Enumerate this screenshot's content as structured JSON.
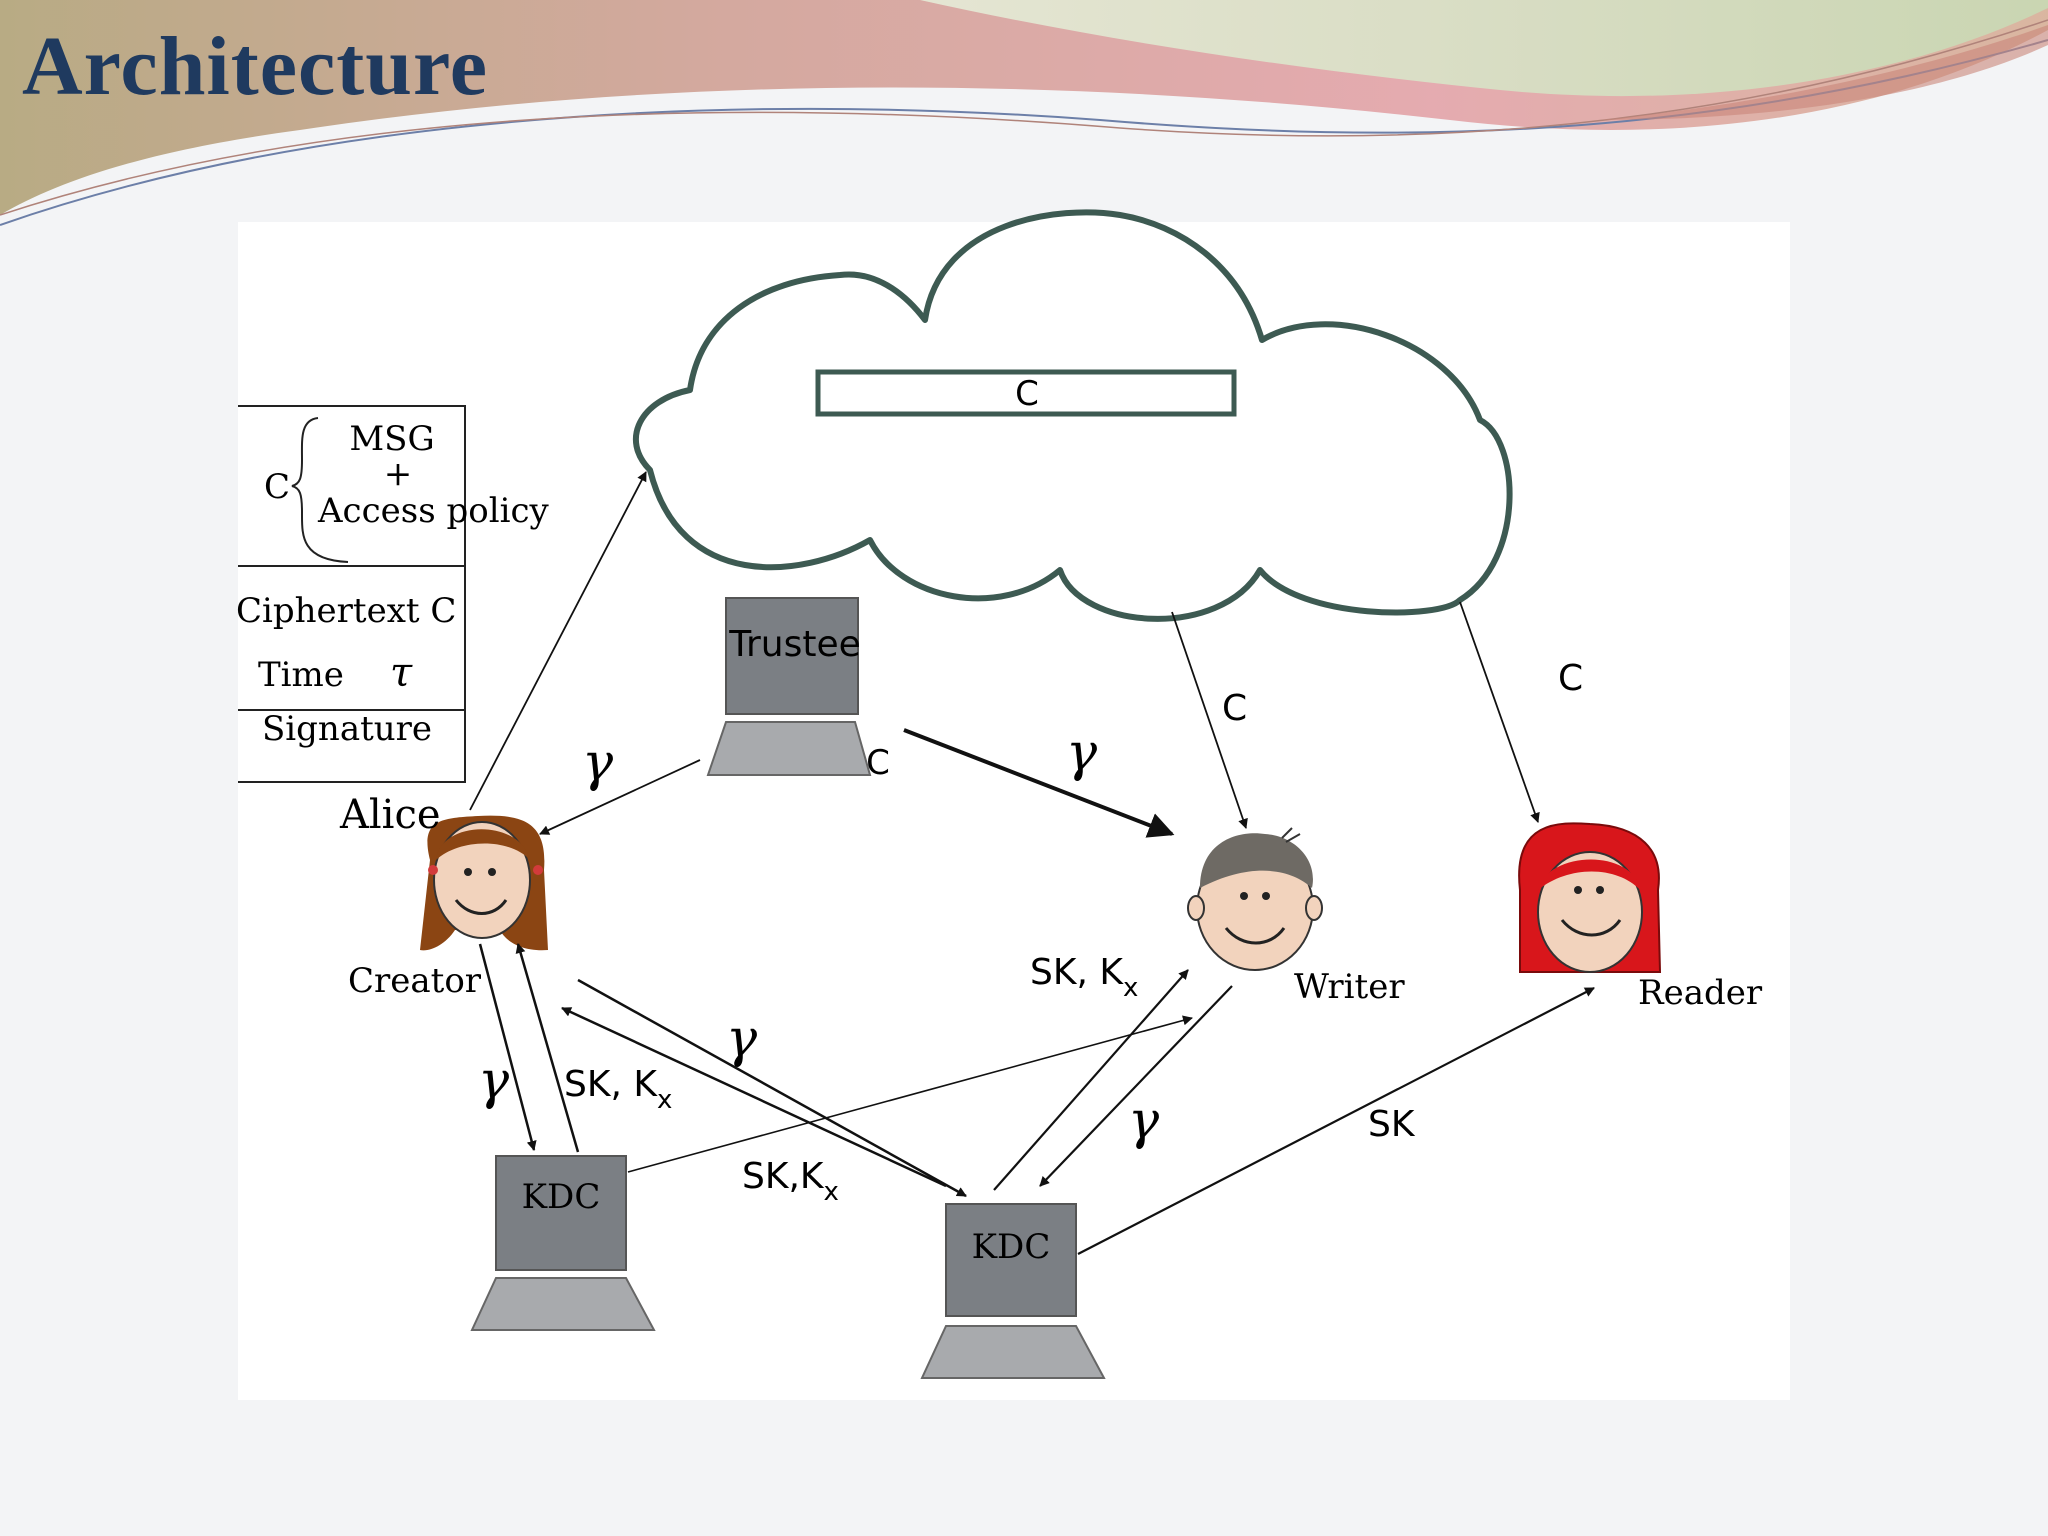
{
  "slide": {
    "title": "Architecture"
  },
  "cloud": {
    "storage_label": "C"
  },
  "message_format": {
    "c_label": "C",
    "msg_label": "MSG",
    "plus_label": "+",
    "policy_label": "Access policy",
    "ciphertext_label": "Ciphertext C",
    "time_label": "Time",
    "time_symbol": "τ",
    "signature_label": "Signature"
  },
  "nodes": {
    "trustee": "Trustee",
    "trustee_sub": "C",
    "alice": "Alice",
    "creator": "Creator",
    "writer": "Writer",
    "reader": "Reader",
    "kdc_1": "KDC",
    "kdc_2": "KDC"
  },
  "arrows": {
    "gamma": "γ",
    "c": "C",
    "sk": "SK",
    "sk_kx": "SK, K",
    "sk_kx_compact": "SK,K",
    "sub_x": "x"
  },
  "colors": {
    "title": "#1f3a5f",
    "cloud_stroke": "#3d5a52",
    "computer_box": "#7b7f84",
    "computer_base": "#a8aaad",
    "alice_hair": "#8b4513",
    "writer_hair": "#6e6a64",
    "reader_hair": "#d8161b",
    "skin": "#f2d3bd"
  }
}
